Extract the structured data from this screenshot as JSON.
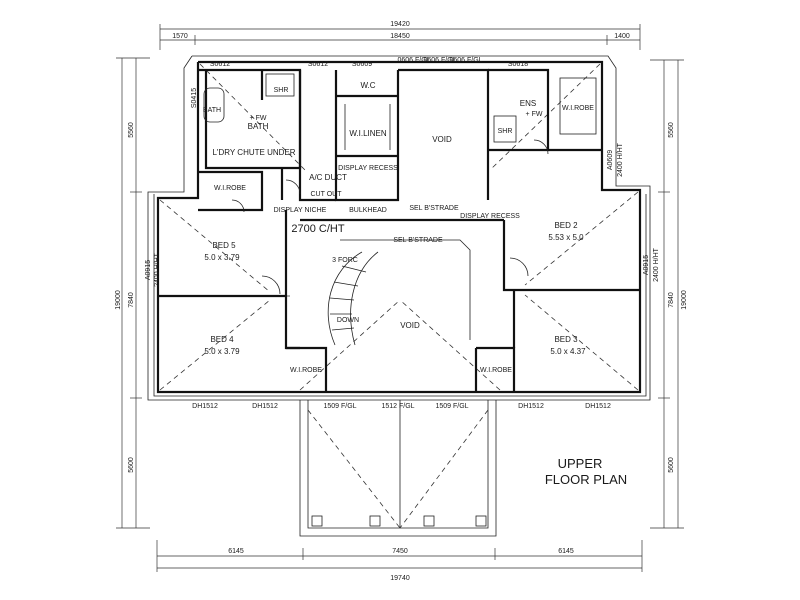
{
  "title": {
    "line1": "UPPER",
    "line2": "FLOOR PLAN"
  },
  "top_dims": {
    "overall": "19420",
    "left": "1570",
    "middle": "18450",
    "right": "1400"
  },
  "bottom_dims": {
    "overall": "19740",
    "left": "6145",
    "middle": "7450",
    "right": "6145"
  },
  "left_dims": {
    "overall": "19000",
    "upper": "5560",
    "middle": "7840",
    "lower": "5600"
  },
  "right_dims": {
    "overall": "19000",
    "upper": "5560",
    "middle": "7840",
    "lower": "5600"
  },
  "rooms": {
    "bath": "BATH",
    "bath_main": "BATH",
    "fw_left": "+ FW",
    "laundry_chute": "L'DRY CHUTE UNDER",
    "wc": "W.C",
    "wi_linen": "W.I.LINEN",
    "display_recess_top": "DISPLAY RECESS",
    "ac_duct": "A/C DUCT",
    "cut_out": "CUT OUT",
    "void_top": "VOID",
    "ens": "ENS",
    "fw_right": "+ FW",
    "shr_left": "SHR",
    "shr_right": "SHR",
    "wi_robe_ens": "W.I.ROBE",
    "wi_robe_bed5": "W.I.ROBE",
    "display_niche": "DISPLAY NICHE",
    "bulkhead": "BULKHEAD",
    "sel_bstrade_top": "SEL B'STRADE",
    "display_recess_right": "DISPLAY RECESS",
    "ceiling": "2700 C/HT",
    "sel_bstrade_stair": "SEL B'STRADE",
    "stair_up": "3 FORC",
    "stair_down": "DOWN",
    "bed5": "BED 5",
    "bed5_size": "5.0 x 3.79",
    "bed4": "BED 4",
    "bed4_size": "5.0 x 3.79",
    "bed2": "BED 2",
    "bed2_size": "5.53 x 5.0",
    "bed3": "BED 3",
    "bed3_size": "5.0 x 4.37",
    "void_centre": "VOID",
    "wi_robe_bed4": "W.I.ROBE",
    "wi_robe_bed3": "W.I.ROBE"
  },
  "window_labels": {
    "s0612": "S0612",
    "s0612b": "S0612",
    "s0609": "S0609",
    "f0606a": "0606 F/GL",
    "f0606b": "0606 F/GL",
    "f0606c": "0606 F/GL",
    "s0618": "S0618",
    "s0415": "S0415",
    "a0609": "A0609",
    "a0609_ht": "2400 H/HT",
    "a0915_left": "A0915",
    "a0915_left_ht": "2400 H/HT",
    "a0915_right": "A0915",
    "a0915_right_ht": "2400 H/HT",
    "dh1512a": "DH1512",
    "dh1512b": "DH1512",
    "fgl1509a": "1509 F/GL",
    "fgl1512": "1512 F/GL",
    "fgl1509b": "1509 F/GL",
    "dh1512c": "DH1512",
    "dh1512d": "DH1512"
  }
}
